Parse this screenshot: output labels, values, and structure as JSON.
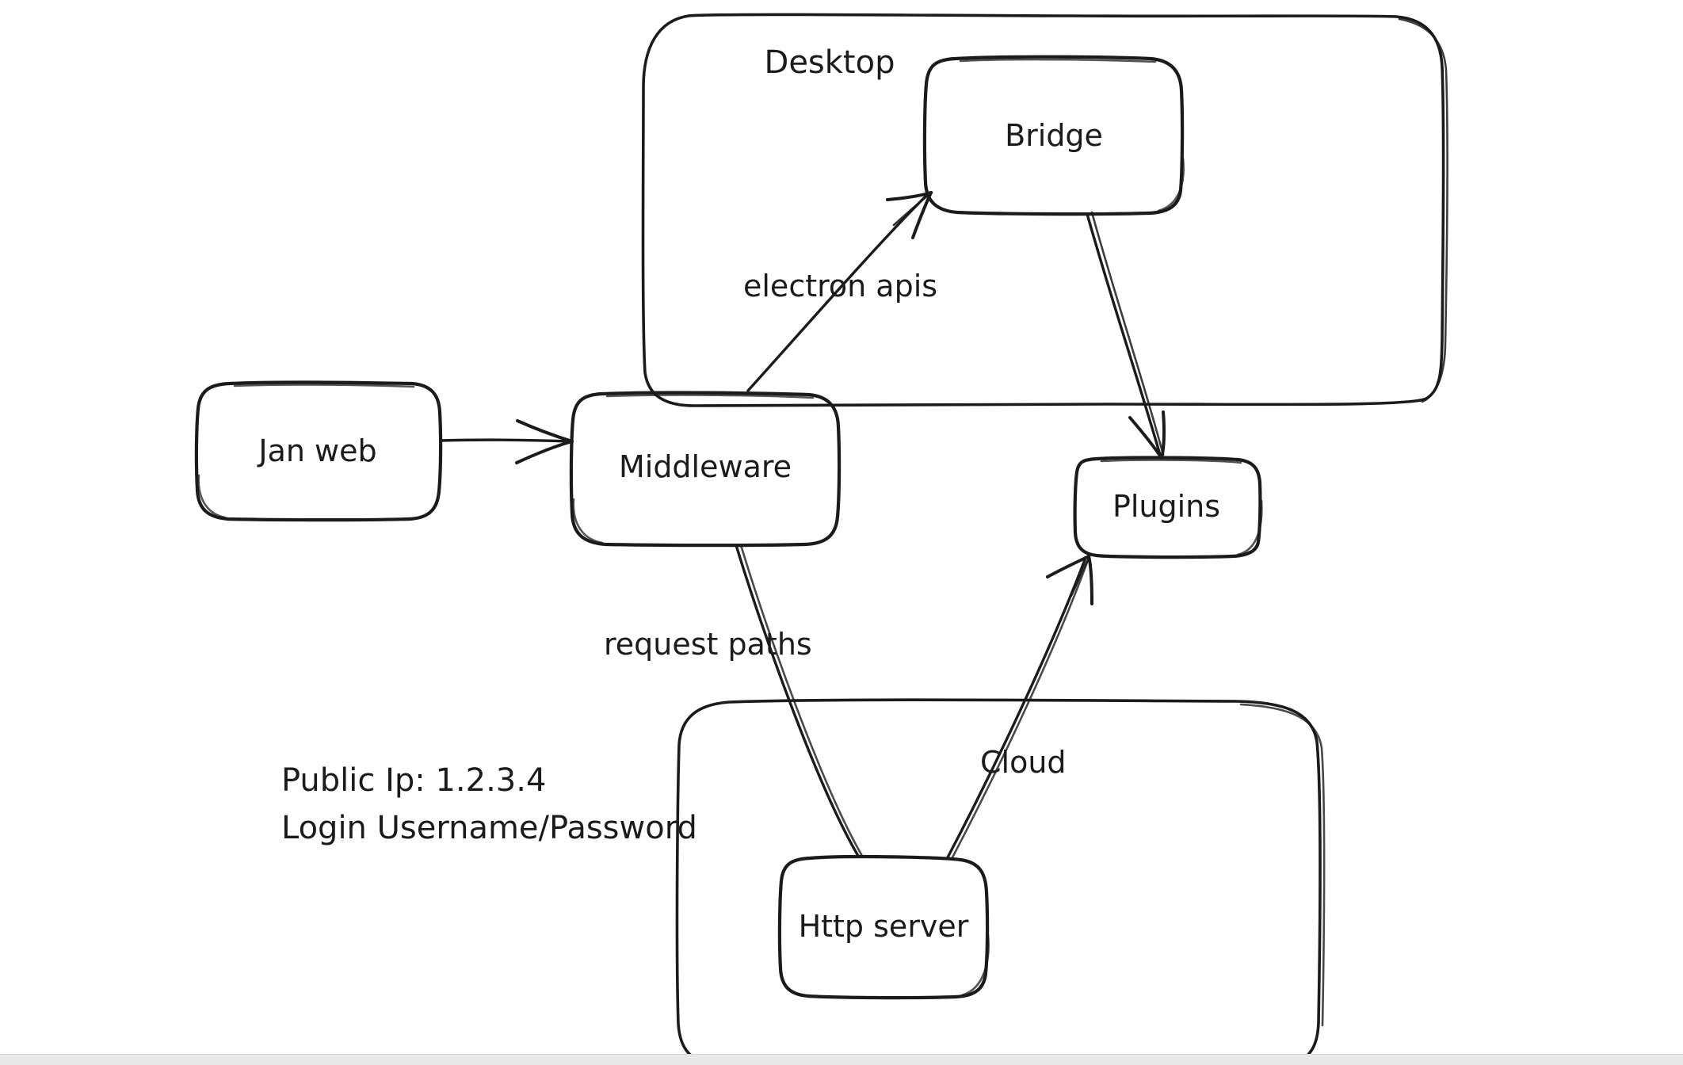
{
  "diagram": {
    "type": "architecture-flow",
    "background": "#ffffff",
    "ink_color": "#1b1b1b",
    "style": "hand-drawn whiteboard sketch",
    "groups": [
      {
        "id": "desktop",
        "label": "Desktop"
      },
      {
        "id": "cloud",
        "label": "Cloud"
      }
    ],
    "nodes": [
      {
        "id": "jan-web",
        "label": "Jan web"
      },
      {
        "id": "middleware",
        "label": "Middleware"
      },
      {
        "id": "bridge",
        "label": "Bridge"
      },
      {
        "id": "plugins",
        "label": "Plugins"
      },
      {
        "id": "http-server",
        "label": "Http server"
      }
    ],
    "edges": [
      {
        "id": "janweb-to-middleware",
        "from": "jan-web",
        "to": "middleware",
        "label": ""
      },
      {
        "id": "middleware-to-bridge",
        "from": "middleware",
        "to": "bridge",
        "label": "electron apis"
      },
      {
        "id": "bridge-to-plugins",
        "from": "bridge",
        "to": "plugins",
        "label": ""
      },
      {
        "id": "middleware-to-httpserver",
        "from": "middleware",
        "to": "http-server",
        "label": "request paths"
      },
      {
        "id": "httpserver-to-plugins",
        "from": "http-server",
        "to": "plugins",
        "label": ""
      }
    ],
    "notes": {
      "public_ip": "Public Ip: 1.2.3.4",
      "login": "Login Username/Password"
    }
  }
}
